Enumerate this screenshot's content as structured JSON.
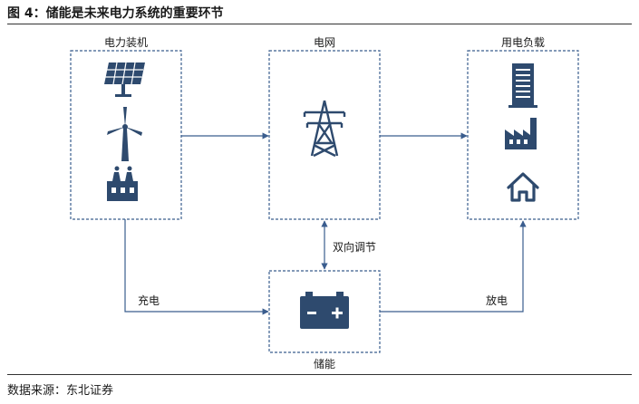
{
  "figure": {
    "title": "图  4：储能是未来电力系统的重要环节",
    "source": "数据来源：东北证券"
  },
  "nodes": {
    "generation": {
      "label": "电力装机",
      "icons": [
        "solar-panel-icon",
        "wind-turbine-icon",
        "power-plant-icon"
      ]
    },
    "grid": {
      "label": "电网",
      "icons": [
        "transmission-tower-icon"
      ]
    },
    "load": {
      "label": "用电负载",
      "icons": [
        "office-building-icon",
        "factory-icon",
        "house-icon"
      ]
    },
    "storage": {
      "label": "储能",
      "icons": [
        "battery-icon"
      ]
    }
  },
  "edges": {
    "charge": "充电",
    "discharge": "放电",
    "bidirectional": "双向调节"
  },
  "colors": {
    "icon": "#2E4A6E",
    "box_border": "#3A5D8E",
    "arrow": "#3A5D8E"
  }
}
